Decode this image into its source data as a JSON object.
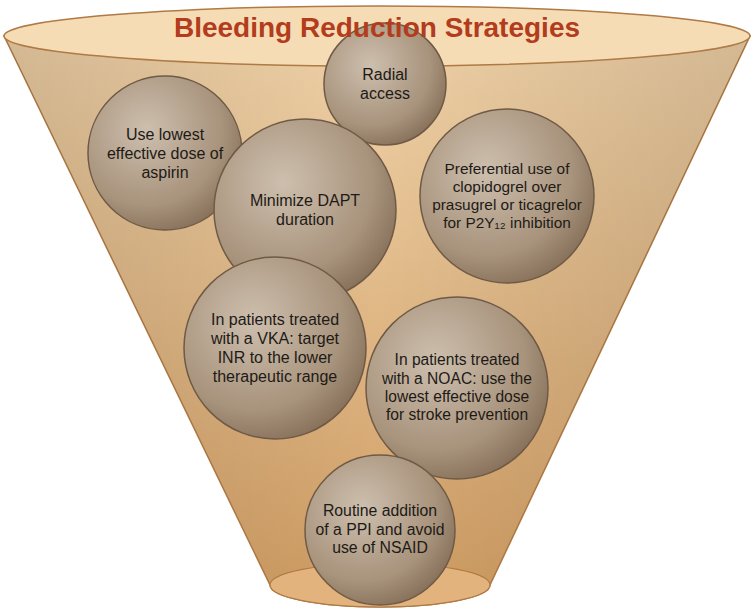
{
  "diagram": {
    "title": "Bleeding Reduction Strategies",
    "nodes": [
      {
        "text": [
          "Use lowest effective dose of aspirin"
        ]
      },
      {
        "text": [
          "Radial access"
        ]
      },
      {
        "text": [
          "Minimize DAPT duration"
        ]
      },
      {
        "text": [
          "Preferential use of clopidogrel over prasugrel or ticagrelor for P2Y₁₂ inhibition"
        ]
      },
      {
        "text": [
          "In patients treated with a VKA: target INR to the lower therapeutic range"
        ]
      },
      {
        "text": [
          "In patients treated with a NOAC: use the lowest effective dose for stroke prevention"
        ]
      },
      {
        "text": [
          "Routine addition of a PPI and avoid use of NSAID"
        ]
      }
    ]
  }
}
